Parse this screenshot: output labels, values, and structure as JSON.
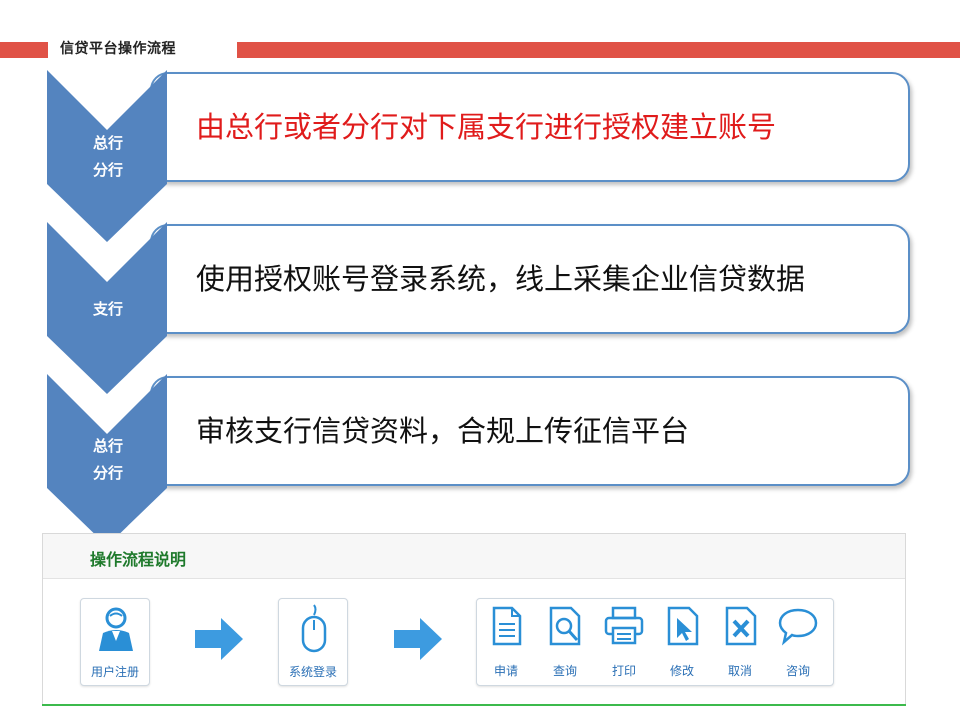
{
  "page_title": "信贷平台操作流程",
  "steps": [
    {
      "role_line1": "总行",
      "role_line2": "分行",
      "text": "由总行或者分行对下属支行进行授权建立账号"
    },
    {
      "role_line1": "支行",
      "role_line2": "",
      "text": "使用授权账号登录系统，线上采集企业信贷数据"
    },
    {
      "role_line1": "总行",
      "role_line2": "分行",
      "text": "审核支行信贷资料，合规上传征信平台"
    }
  ],
  "panel": {
    "title": "操作流程说明",
    "register_label": "用户注册",
    "login_label": "系统登录",
    "actions": [
      {
        "label": "申请",
        "icon": "document-icon"
      },
      {
        "label": "查询",
        "icon": "search-document-icon"
      },
      {
        "label": "打印",
        "icon": "printer-icon"
      },
      {
        "label": "修改",
        "icon": "cursor-edit-icon"
      },
      {
        "label": "取消",
        "icon": "cancel-document-icon"
      },
      {
        "label": "咨询",
        "icon": "speech-bubble-icon"
      }
    ]
  },
  "colors": {
    "accent_red": "#e05246",
    "chevron_blue": "#5484bf",
    "icon_blue": "#2a8fd6",
    "green": "#1f7a2c"
  }
}
